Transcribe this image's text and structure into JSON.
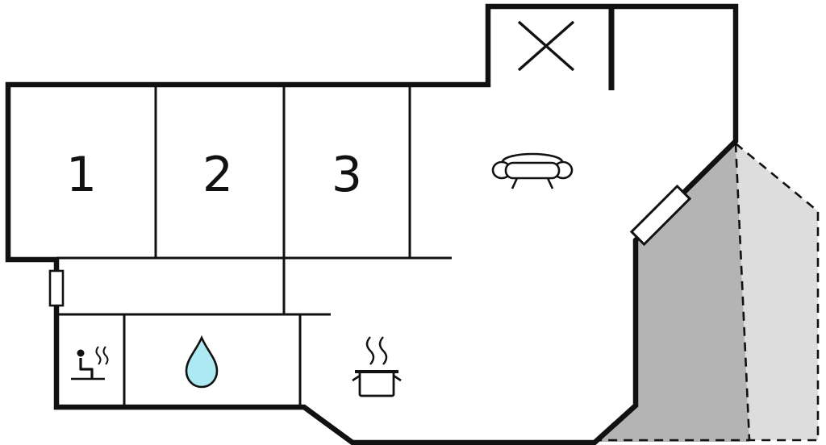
{
  "page": {
    "title": "Holiday home floor plan"
  },
  "colors": {
    "wall": "#111111",
    "background": "#ffffff",
    "terrace_covered_fill": "#b4b4b4",
    "terrace_open_fill": "#dddddd",
    "water_drop_fill": "#ace9f2"
  },
  "rooms": {
    "room1": {
      "label": "1"
    },
    "room2": {
      "label": "2"
    },
    "room3": {
      "label": "3"
    }
  },
  "icons": {
    "cross": "x-cross",
    "sofa": "sofa",
    "water_drop": "water-drop",
    "cooking_pot": "cooking-pot",
    "sauna": "sauna-person",
    "door": "door",
    "window": "window"
  }
}
